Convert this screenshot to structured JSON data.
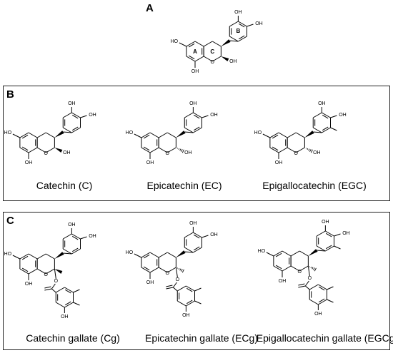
{
  "panels": {
    "a": {
      "label": "A",
      "ring_labels": [
        "A",
        "C",
        "B"
      ]
    },
    "b": {
      "label": "B",
      "compounds": [
        "Catechin (C)",
        "Epicatechin (EC)",
        "Epigallocatechin (EGC)"
      ]
    },
    "c": {
      "label": "C",
      "compounds": [
        "Catechin gallate (Cg)",
        "Epicatechin gallate (ECg)",
        "Epigallocatechin gallate (EGCg)"
      ]
    }
  },
  "atoms": {
    "hydroxyl": "OH",
    "hydroxyl_left": "HO",
    "hydroxyl_partial": "OH",
    "ether": "O"
  }
}
